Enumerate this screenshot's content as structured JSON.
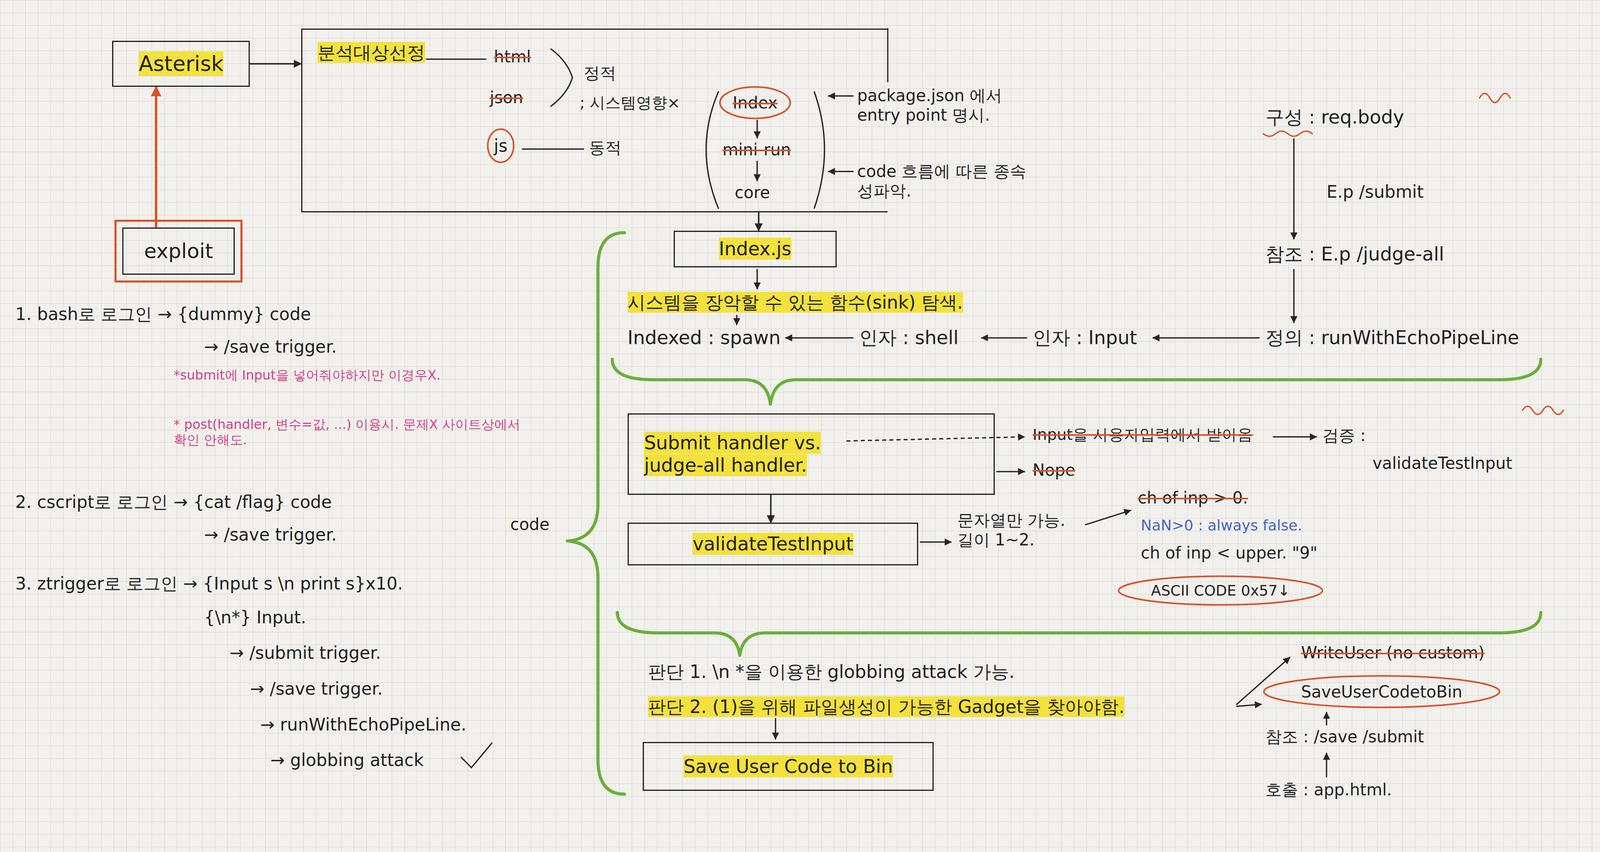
{
  "diagram": {
    "nodes": [
      {
        "text": [
          "Asterisk"
        ]
      },
      {
        "text": [
          "exploit"
        ]
      },
      {
        "text": [
          "분석대상선정"
        ]
      },
      {
        "text": [
          "Index.js"
        ]
      },
      {
        "text": [
          "Submit handler vs. judge-all handler."
        ]
      },
      {
        "text": [
          "validateTestInput"
        ]
      },
      {
        "text": [
          "Save User Code to Bin"
        ]
      }
    ],
    "edges": [
      {
        "from": 1,
        "to": 0,
        "arrow": "to"
      },
      {
        "from": 0,
        "to": 2,
        "arrow": "to"
      },
      {
        "from": 2,
        "to": 3,
        "arrow": "to"
      },
      {
        "from": 4,
        "to": 5,
        "arrow": "to"
      }
    ],
    "labels": [
      "html",
      "json",
      "정적",
      "; 시스템영향×",
      "js",
      "동적",
      "Index",
      "mini-run",
      "core",
      "package.json 에서 entry point 명시.",
      "code 흐름에 따른 종속성파악.",
      "시스템을 장악할 수 있는 함수(sink) 탐색.",
      "Indexed : spawn",
      "인자 : shell",
      "인자 : Input",
      "정의 : runWithEchoPipeLine",
      "구성 : req.body",
      "E.p /submit",
      "참조 : E.p /judge-all",
      "Input을 사용자입력에서 받아옴",
      "검증 :",
      "validateTestInput",
      "Nope",
      "문자열만 가능. 길이 1~2.",
      "ch of inp > 0.",
      "NaN>0 : always false.",
      "ch of inp < upper. \"9\"",
      "ASCII CODE 0x57↓",
      "판단 1. \\n *을 이용한 globbing attack 가능.",
      "판단 2. (1)을 위해 파일생성이 가능한 Gadget을 찾아야함.",
      "WriteUser (no custom)",
      "SaveUserCodetoBin",
      "참조 : /save /submit",
      "호출 : app.html.",
      "1. bash로 로그인 → {dummy} code",
      "→ /save trigger.",
      "*submit에 Input을 넣어줘야하지만 이경우X.",
      "* post(handler, 변수=값, ...) 이용시. 문제X 사이트상에서 확인 안해도.",
      "2. cscript로 로그인 → {cat /flag} code",
      "→ /save trigger.",
      "3. ztrigger로 로그인 → {Input s \\n print s}x10.",
      "{\\n*} Input.",
      "→ /submit trigger.",
      "→ /save trigger.",
      "→ runWithEchoPipeLine.",
      "→ globbing attack",
      "code"
    ]
  }
}
